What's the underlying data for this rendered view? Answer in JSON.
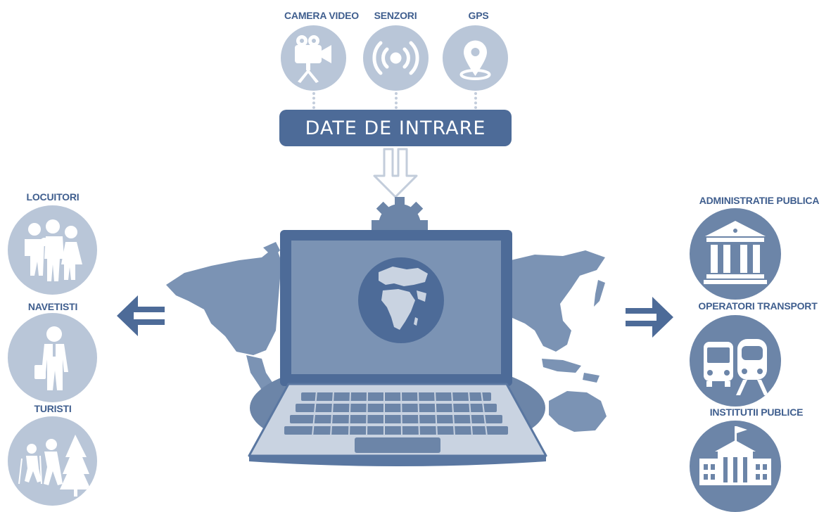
{
  "inputs": {
    "camera_label": "CAMERA VIDEO",
    "sensors_label": "SENZORI",
    "gps_label": "GPS",
    "banner_label": "DATE DE INTRARE"
  },
  "users": {
    "residents_label": "LOCUITORI",
    "commuters_label": "NAVETISTI",
    "tourists_label": "TURISTI"
  },
  "institutions": {
    "admin_label": "ADMINISTRATIE PUBLICA",
    "transport_label": "OPERATORI TRANSPORT",
    "public_label": "INSTITUTII PUBLICE"
  },
  "colors": {
    "dark_blue": "#4d6b98",
    "mid_blue": "#6c85a8",
    "light_blue": "#b9c6d8",
    "map_blue": "#7b93b4"
  },
  "icons": [
    "video-camera-icon",
    "sensor-icon",
    "gps-pin-icon",
    "family-icon",
    "businessman-icon",
    "hikers-icon",
    "bank-building-icon",
    "bus-train-icon",
    "public-building-icon",
    "gear-icon",
    "globe-icon",
    "laptop-icon",
    "world-map"
  ]
}
